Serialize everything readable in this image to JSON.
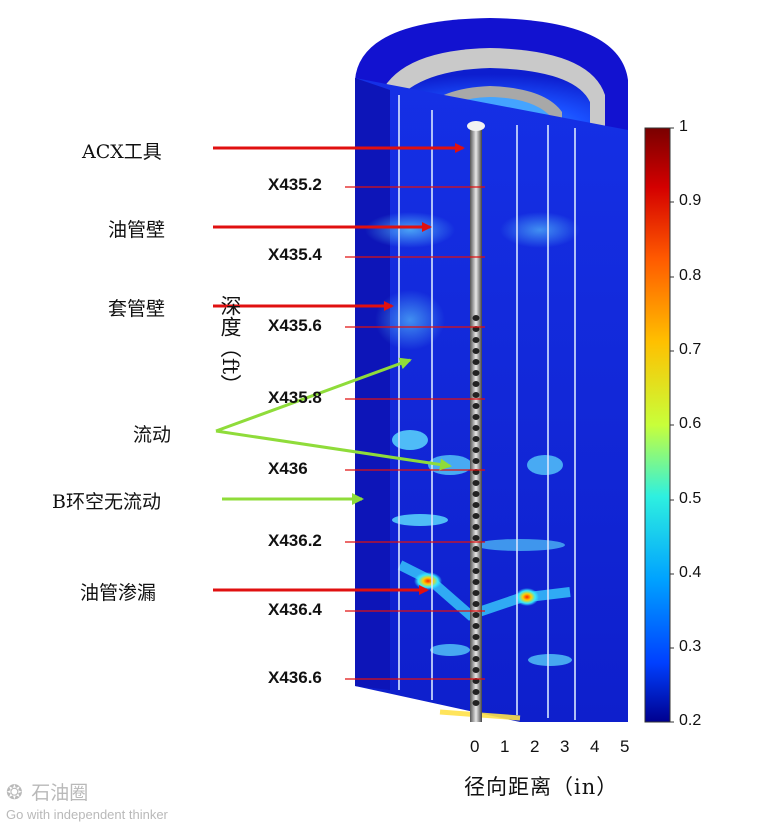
{
  "labels": {
    "acx_tool": "ACX工具",
    "tubing_wall": "油管壁",
    "casing_wall": "套管壁",
    "flow": "流动",
    "b_annulus_no_flow": "B环空无流动",
    "tubing_leak": "油管渗漏"
  },
  "depth_labels": [
    "X435.2",
    "X435.4",
    "X435.6",
    "X435.8",
    "X436",
    "X436.2",
    "X436.4",
    "X436.6"
  ],
  "y_axis_title": "深度（ft）",
  "x_axis": {
    "title": "径向距离（in）",
    "ticks": [
      "0",
      "1",
      "2",
      "3",
      "4",
      "5"
    ]
  },
  "colorbar": {
    "ticks": [
      "1",
      "0.9",
      "0.8",
      "0.7",
      "0.6",
      "0.5",
      "0.4",
      "0.3",
      "0.2"
    ],
    "colors": [
      "#7a0000",
      "#d40000",
      "#ff5a00",
      "#ffc000",
      "#c8ff3a",
      "#2ef0e0",
      "#00a2ff",
      "#0040ff",
      "#00008f"
    ]
  },
  "colors": {
    "red_arrow": "#e01010",
    "green_arrow": "#8fdc3a",
    "model_base": "#1212d8"
  },
  "watermark": {
    "logo": "石油圈",
    "slogan": "Go with independent thinker"
  }
}
